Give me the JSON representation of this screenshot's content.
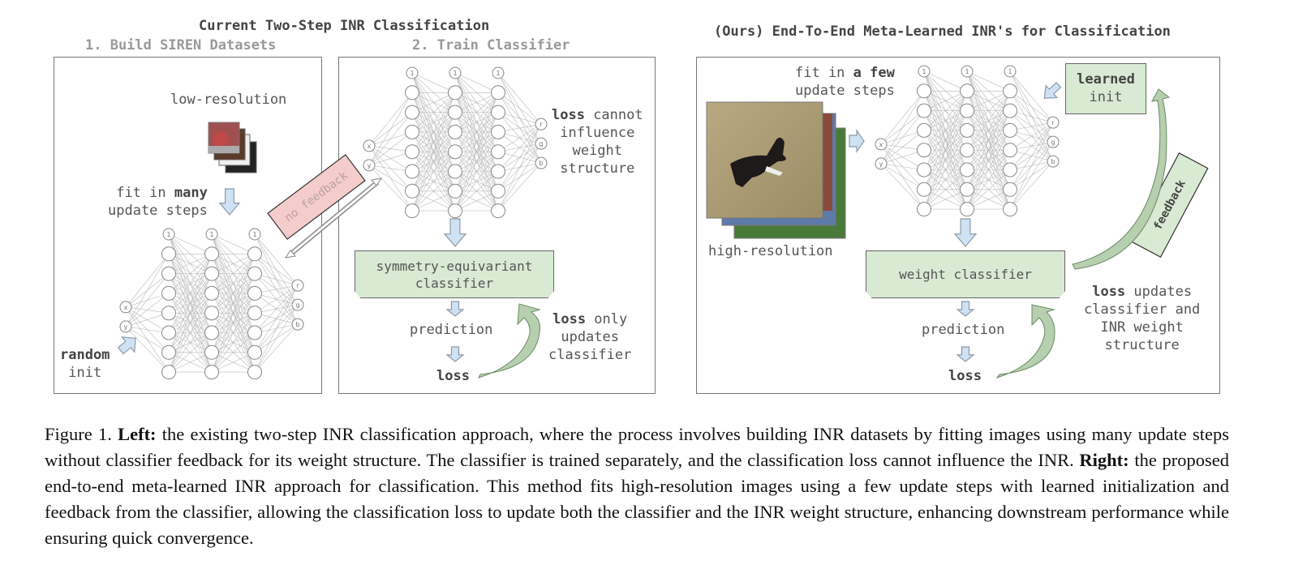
{
  "figure": {
    "left": {
      "title": "Current Two-Step INR Classification",
      "step1_title": "1. Build SIREN Datasets",
      "step2_title": "2. Train Classifier",
      "low_resolution_label": "low-resolution",
      "fit_many_pre": "fit in ",
      "fit_many_bold": "many",
      "fit_many_post": "update steps",
      "random_bold": "random",
      "random_init": "init",
      "no_feedback": "no feedback",
      "loss_cannot_bold": "loss",
      "loss_cannot_rest1": " cannot",
      "loss_cannot_rest2": "influence",
      "loss_cannot_rest3": "weight",
      "loss_cannot_rest4": "structure",
      "classifier_line1": "symmetry-equivariant",
      "classifier_line2": "classifier",
      "prediction": "prediction",
      "loss": "loss",
      "loss_only_bold": "loss",
      "loss_only_rest1": " only",
      "loss_only_rest2": "updates",
      "loss_only_rest3": "classifier"
    },
    "right": {
      "title": "(Ours) End-To-End Meta-Learned INR's for Classification",
      "fit_few_pre": "fit in ",
      "fit_few_bold": "a few",
      "fit_few_post": "update steps",
      "high_resolution_label": "high-resolution",
      "learned_bold": "learned",
      "learned_init": "init",
      "feedback": "feedback",
      "classifier": "weight classifier",
      "prediction": "prediction",
      "loss": "loss",
      "loss_updates_bold": "loss",
      "loss_updates_rest1": " updates",
      "loss_updates_rest2": "classifier and",
      "loss_updates_rest3": "INR weight",
      "loss_updates_rest4": "structure"
    },
    "network": {
      "inputs": [
        "x",
        "y"
      ],
      "bias": "1",
      "outputs": [
        "r",
        "g",
        "b"
      ],
      "hidden_layers": 3,
      "hidden_units": 7
    },
    "colors": {
      "green": "#d9ead3",
      "blue_arrow": "#cfe2f3",
      "pink": "#f4cccc",
      "feedback_arrow": "#b6cfae"
    }
  },
  "caption": {
    "prefix": "Figure 1. ",
    "left_bold": "Left:",
    "left_text": " the existing two-step INR classification approach, where the process involves building INR datasets by fitting images using many update steps without classifier feedback for its weight structure. The classifier is trained separately, and the classification loss cannot influence the INR. ",
    "right_bold": "Right:",
    "right_text": " the proposed end-to-end meta-learned INR approach for classification. This method fits high-resolution images using a few update steps with learned initialization and feedback from the classifier, allowing the classification loss to update both the classifier and the INR weight structure, enhancing downstream performance while ensuring quick convergence."
  }
}
